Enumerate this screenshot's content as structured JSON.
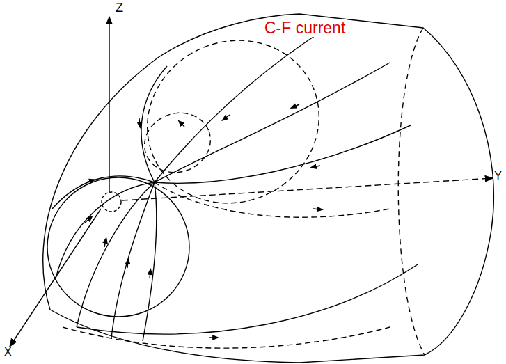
{
  "diagram": {
    "labels": [
      "Z",
      "Y",
      "X",
      "C-F current"
    ]
  }
}
